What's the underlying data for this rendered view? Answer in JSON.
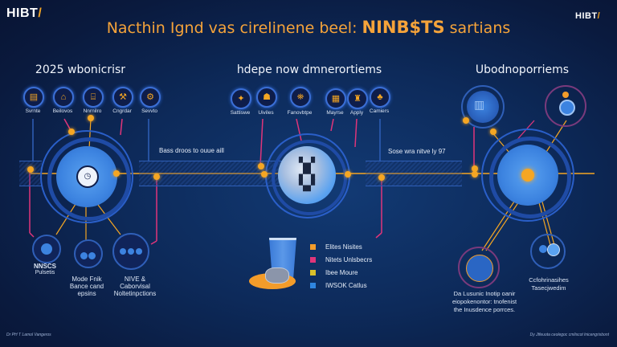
{
  "header": {
    "logo_left": "HIBT",
    "logo_right": "HIBT",
    "logo_slash": "/",
    "title_prefix": "Nacthin Ignd vas cirelinene beel: ",
    "title_emphasis": "NINB$TS",
    "title_suffix": " sartians"
  },
  "sections": [
    {
      "title": "2025 wbonicrisr",
      "icons": [
        {
          "label": "Svrnte",
          "icon": "document-icon"
        },
        {
          "label": "Beilovos",
          "icon": "building-icon"
        },
        {
          "label": "Nnrnilro",
          "icon": "bank-icon"
        },
        {
          "label": "Cngrdar",
          "icon": "tools-icon"
        },
        {
          "label": "Sevvto",
          "icon": "gear-icon"
        }
      ],
      "band_text": "Bass droos to ouue aill",
      "orb_icon": "clock-icon",
      "nodes": [
        {
          "title": "NNSCS",
          "lines": [
            "Pulsetis"
          ]
        },
        {
          "title": "Mode Fnik",
          "lines": [
            "Bance cand",
            "epsins"
          ]
        },
        {
          "title": "NIVE &",
          "lines": [
            "Caborvisal",
            "Noltetinpctions"
          ]
        }
      ]
    },
    {
      "title": "hdepe now dmnerortiems",
      "icons": [
        {
          "label": "Sattiswe",
          "icon": "chart-icon"
        },
        {
          "label": "Uiviles",
          "icon": "user-icon"
        },
        {
          "label": "Fanovbtpe",
          "icon": "map-icon"
        },
        {
          "label": "Mayrse",
          "icon": "document-icon"
        },
        {
          "label": "Apply",
          "icon": "person-icon"
        },
        {
          "label": "Camiers",
          "icon": "tree-icon"
        }
      ],
      "band_text": "Sose wra nitve ly 97",
      "orb_icon": "map-collage-icon",
      "legend": [
        {
          "label": "Elites Nisites",
          "color": "#f39c2a"
        },
        {
          "label": "Nitets Unlsbecrs",
          "color": "#e0357a"
        },
        {
          "label": "Ibee Moure",
          "color": "#d9c02a"
        },
        {
          "label": "IWSOK Catlus",
          "color": "#2f86e0"
        }
      ]
    },
    {
      "title": "Ubodnoporriems",
      "nodes": [
        {
          "title": "",
          "lines": [
            "Da Lusunic Inotip oanir",
            "eiopokenontor: tnofenist",
            "the Inusdence porrces."
          ]
        },
        {
          "title": "",
          "lines": [
            "Ccfohrinasihes",
            "Tasecjwedim"
          ]
        }
      ]
    }
  ],
  "footer": {
    "left": "Dr PH T Lamol Vangeros",
    "right": "Dy Jtfeuota ceolegoc cmliscot lnicengrisbont"
  },
  "colors": {
    "accent_orange": "#f5a623",
    "accent_pink": "#e0357a",
    "accent_blue": "#3c83e0",
    "background": "#0d2a5a"
  }
}
